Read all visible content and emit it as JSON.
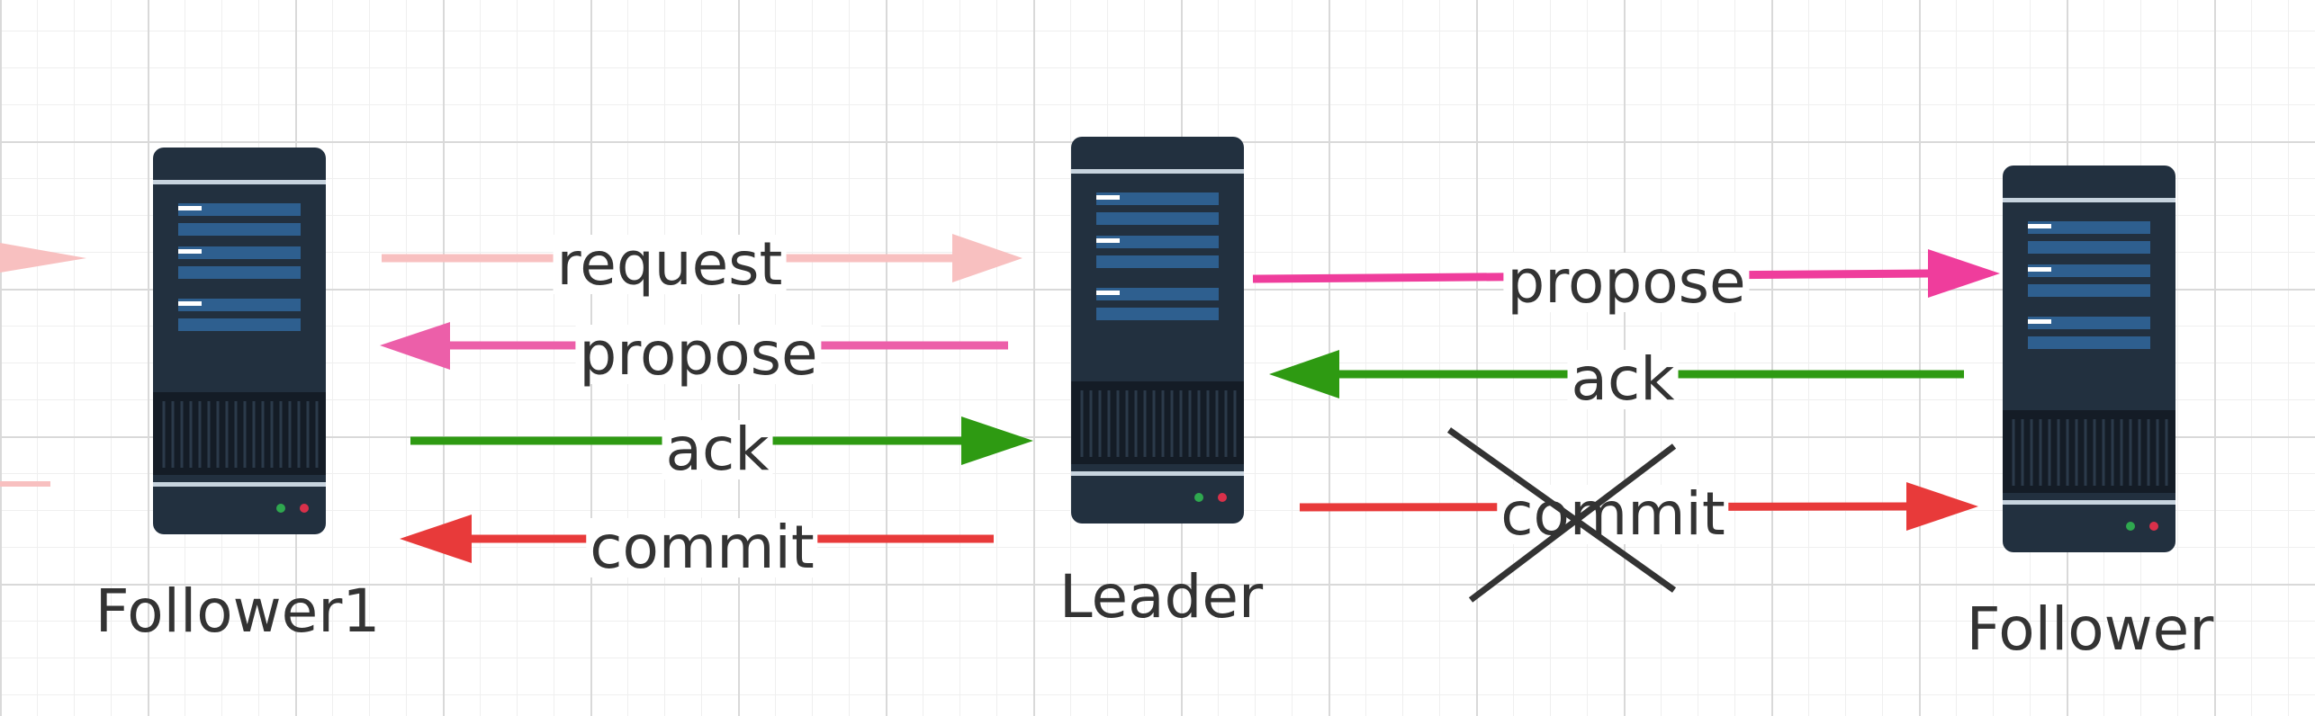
{
  "nodes": {
    "follower1": {
      "label": "Follower1"
    },
    "leader": {
      "label": "Leader"
    },
    "follower": {
      "label": "Follower"
    }
  },
  "edges": {
    "f1_request": {
      "label": "request",
      "color": "#f8c0c0"
    },
    "f1_propose": {
      "label": "propose",
      "color": "#ec5fa9"
    },
    "f1_ack": {
      "label": "ack",
      "color": "#2e9a12"
    },
    "f1_commit": {
      "label": "commit",
      "color": "#e83a3a"
    },
    "f2_propose": {
      "label": "propose",
      "color": "#ef3d9c"
    },
    "f2_ack": {
      "label": "ack",
      "color": "#2e9a12"
    },
    "f2_commit": {
      "label": "commit",
      "color": "#e83a3a"
    }
  },
  "colors": {
    "server_body": "#22303f",
    "server_stripe": "#2e5f8f",
    "grid": "#d9d9d9",
    "cross": "#333333"
  },
  "icons": {
    "server": "server-icon",
    "cross": "cross-mark-icon"
  }
}
